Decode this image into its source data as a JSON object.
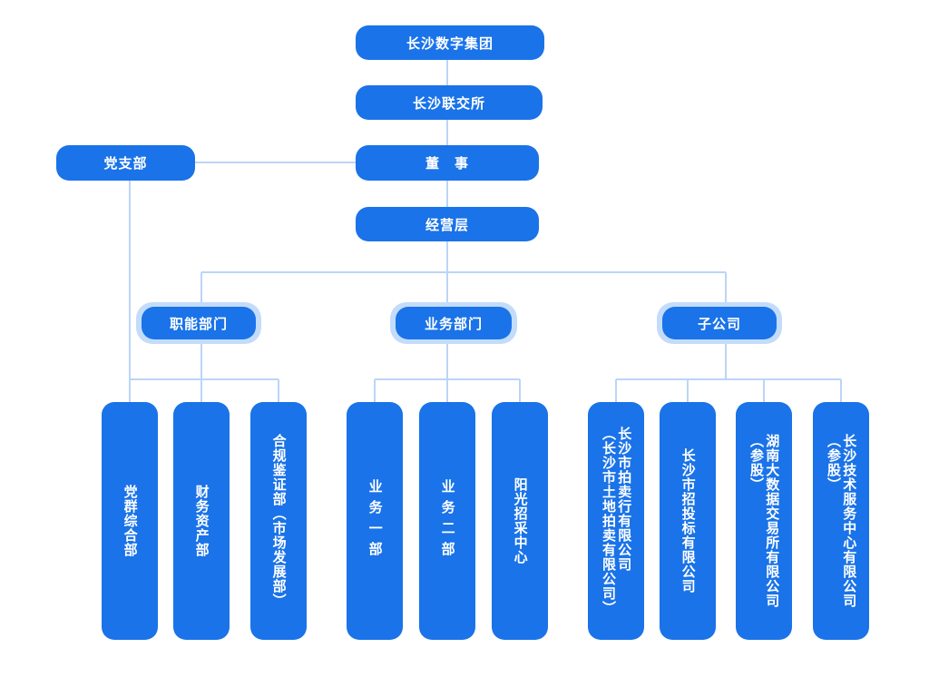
{
  "top": {
    "group": "长沙数字集团",
    "exchange": "长沙联交所",
    "board": "董　事",
    "party": "党支部",
    "management": "经营层"
  },
  "groups": {
    "functional": "职能部门",
    "business": "业务部门",
    "subsidiaries": "子公司"
  },
  "functional_units": [
    "党群综合部",
    "财务资产部",
    "合规鉴证部（市场发展部）"
  ],
  "business_units": [
    "业务一部",
    "业务二部",
    "阳光招采中心"
  ],
  "subsidiary_units": [
    "长沙市拍卖行有限公司\n（长沙市土地拍卖有限公司）",
    "长沙市招投标有限公司",
    "湖南大数据交易所有限公司\n（参股）",
    "长沙技术服务中心有限公司\n（参股）"
  ],
  "colors": {
    "node": "#1a73e8",
    "connector": "#bcd5f7",
    "group_ring": "#c4dcfb"
  }
}
